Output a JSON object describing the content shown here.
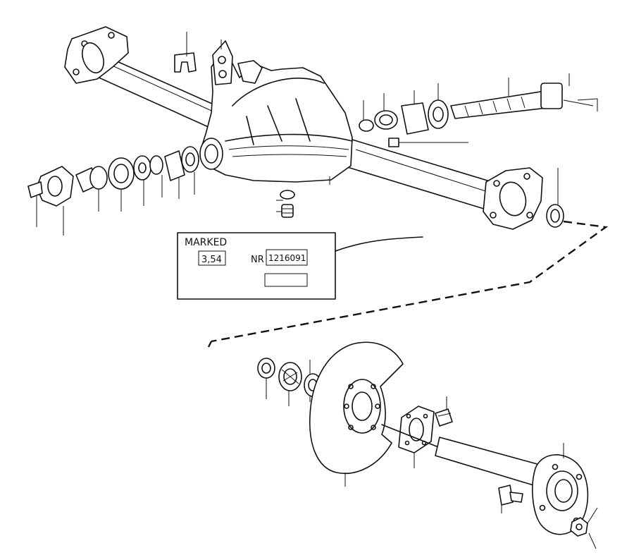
{
  "marked_box": {
    "title": "MARKED",
    "ratio": "3,54",
    "nr_label": "NR",
    "nr_value": "1216091"
  },
  "colors": {
    "ink": "#111111",
    "paper": "#ffffff"
  }
}
